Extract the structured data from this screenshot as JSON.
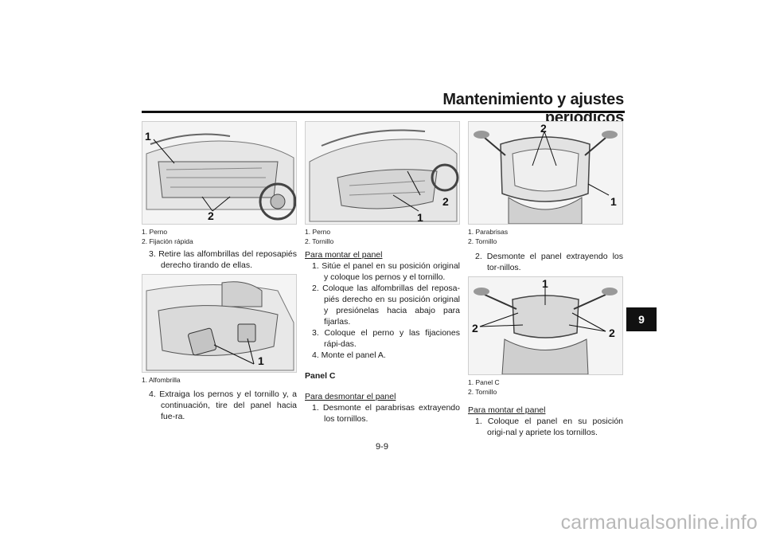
{
  "header": {
    "title": "Mantenimiento y ajustes periódicos"
  },
  "chapter_tab": "9",
  "page_number": "9-9",
  "watermark": "carmanualsonline.info",
  "col1": {
    "fig1": {
      "callouts": [
        "1",
        "2"
      ],
      "legend": [
        "1. Perno",
        "2. Fijación rápida"
      ]
    },
    "step3": "3. Retire las alfombrillas del reposapiés derecho tirando de ellas.",
    "fig2": {
      "callouts": [
        "1"
      ],
      "legend": [
        "1. Alfombrilla"
      ]
    },
    "step4": "4. Extraiga los pernos y el tornillo y, a continuación, tire del panel hacia fue-ra."
  },
  "col2": {
    "fig": {
      "callouts": [
        "1",
        "2"
      ],
      "legend": [
        "1. Perno",
        "2. Tornillo"
      ]
    },
    "mount_title": "Para montar el panel",
    "mount_steps": [
      "1. Sitúe el panel en su posición original y coloque los pernos y el tornillo.",
      "2. Coloque las alfombrillas del reposa-piés derecho en su posición original y presiónelas hacia abajo para fijarlas.",
      "3. Coloque el perno y las fijaciones rápi-das.",
      "4. Monte el panel A."
    ],
    "panel_c_title": "Panel C",
    "remove_title": "Para desmontar el panel",
    "remove_steps": [
      "1. Desmonte el parabrisas extrayendo los tornillos."
    ]
  },
  "col3": {
    "fig1": {
      "callouts": [
        "2",
        "1"
      ],
      "legend": [
        "1. Parabrisas",
        "2. Tornillo"
      ]
    },
    "step2": "2. Desmonte el panel extrayendo los tor-nillos.",
    "fig2": {
      "callouts": [
        "1",
        "2",
        "2"
      ],
      "legend": [
        "1. Panel C",
        "2. Tornillo"
      ]
    },
    "mount_title": "Para montar el panel",
    "mount_step1": "1. Coloque el panel en su posición origi-nal y apriete los tornillos."
  }
}
